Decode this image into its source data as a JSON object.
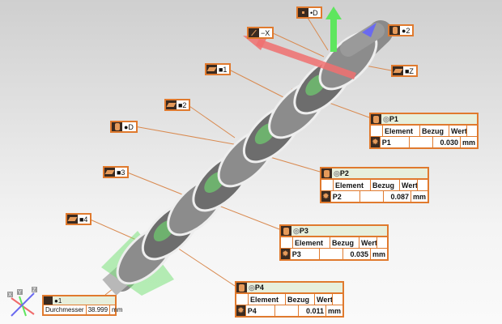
{
  "tags": [
    {
      "id": "datum-d-point",
      "icon": "point",
      "label": "•D"
    },
    {
      "id": "axis-minus-x",
      "icon": "line",
      "label": "−X"
    },
    {
      "id": "cylinder-2",
      "icon": "cylinder",
      "label": "●2"
    },
    {
      "id": "plane-z",
      "icon": "plane",
      "label": "■Z"
    },
    {
      "id": "plane-1",
      "icon": "plane",
      "label": "■1"
    },
    {
      "id": "plane-2",
      "icon": "plane",
      "label": "■2"
    },
    {
      "id": "cylinder-d",
      "icon": "cylinder",
      "label": "●D"
    },
    {
      "id": "plane-3",
      "icon": "plane",
      "label": "■3"
    },
    {
      "id": "plane-4",
      "icon": "plane",
      "label": "■4"
    }
  ],
  "tables": [
    {
      "title": "P1",
      "headers": [
        "Element",
        "Bezug",
        "Wert",
        ""
      ],
      "element": "P1",
      "bezug": "",
      "wert": "0.030",
      "unit": "mm"
    },
    {
      "title": "P2",
      "headers": [
        "Element",
        "Bezug",
        "Wert",
        ""
      ],
      "element": "P2",
      "bezug": "",
      "wert": "0.087",
      "unit": "mm"
    },
    {
      "title": "P3",
      "headers": [
        "Element",
        "Bezug",
        "Wert",
        ""
      ],
      "element": "P3",
      "bezug": "",
      "wert": "0.035",
      "unit": "mm"
    },
    {
      "title": "P4",
      "headers": [
        "Element",
        "Bezug",
        "Wert",
        ""
      ],
      "element": "P4",
      "bezug": "",
      "wert": "0.011",
      "unit": "mm"
    }
  ],
  "diameter": {
    "title": "●1",
    "label": "Durchmesser",
    "value": "38.999",
    "unit": "mm"
  },
  "triad": {
    "x": "X",
    "y": "Y",
    "z": "Z"
  },
  "colors": {
    "accent": "#e07a2e",
    "x_axis": "#f06a6a",
    "y_axis": "#5ee65e",
    "z_axis": "#6a6af0",
    "highlight": "#6fe06f"
  }
}
